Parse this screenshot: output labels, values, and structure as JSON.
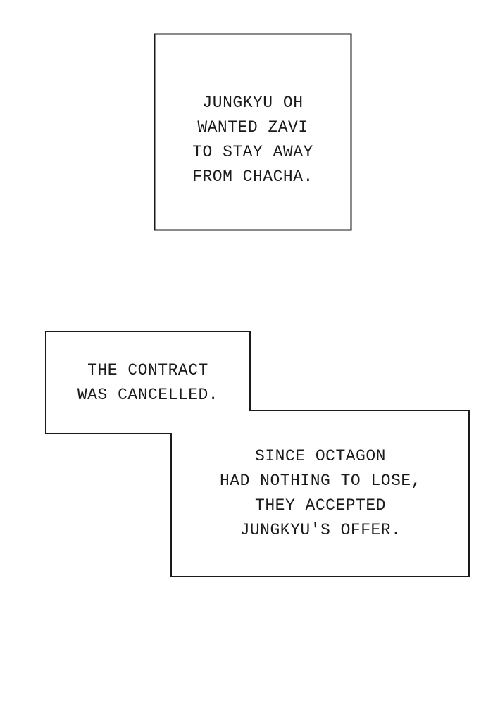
{
  "captions": [
    {
      "lines": [
        "JUNGKYU OH",
        "WANTED ZAVI",
        "TO STAY AWAY",
        "FROM CHACHA."
      ]
    },
    {
      "lines": [
        "THE CONTRACT",
        "WAS CANCELLED."
      ]
    },
    {
      "lines": [
        "SINCE OCTAGON",
        "HAD NOTHING TO LOSE,",
        "THEY ACCEPTED",
        "JUNGKYU'S OFFER."
      ]
    }
  ],
  "colors": {
    "background": "#ffffff",
    "border": "#1a1a1a",
    "text": "#1a1a1a"
  }
}
